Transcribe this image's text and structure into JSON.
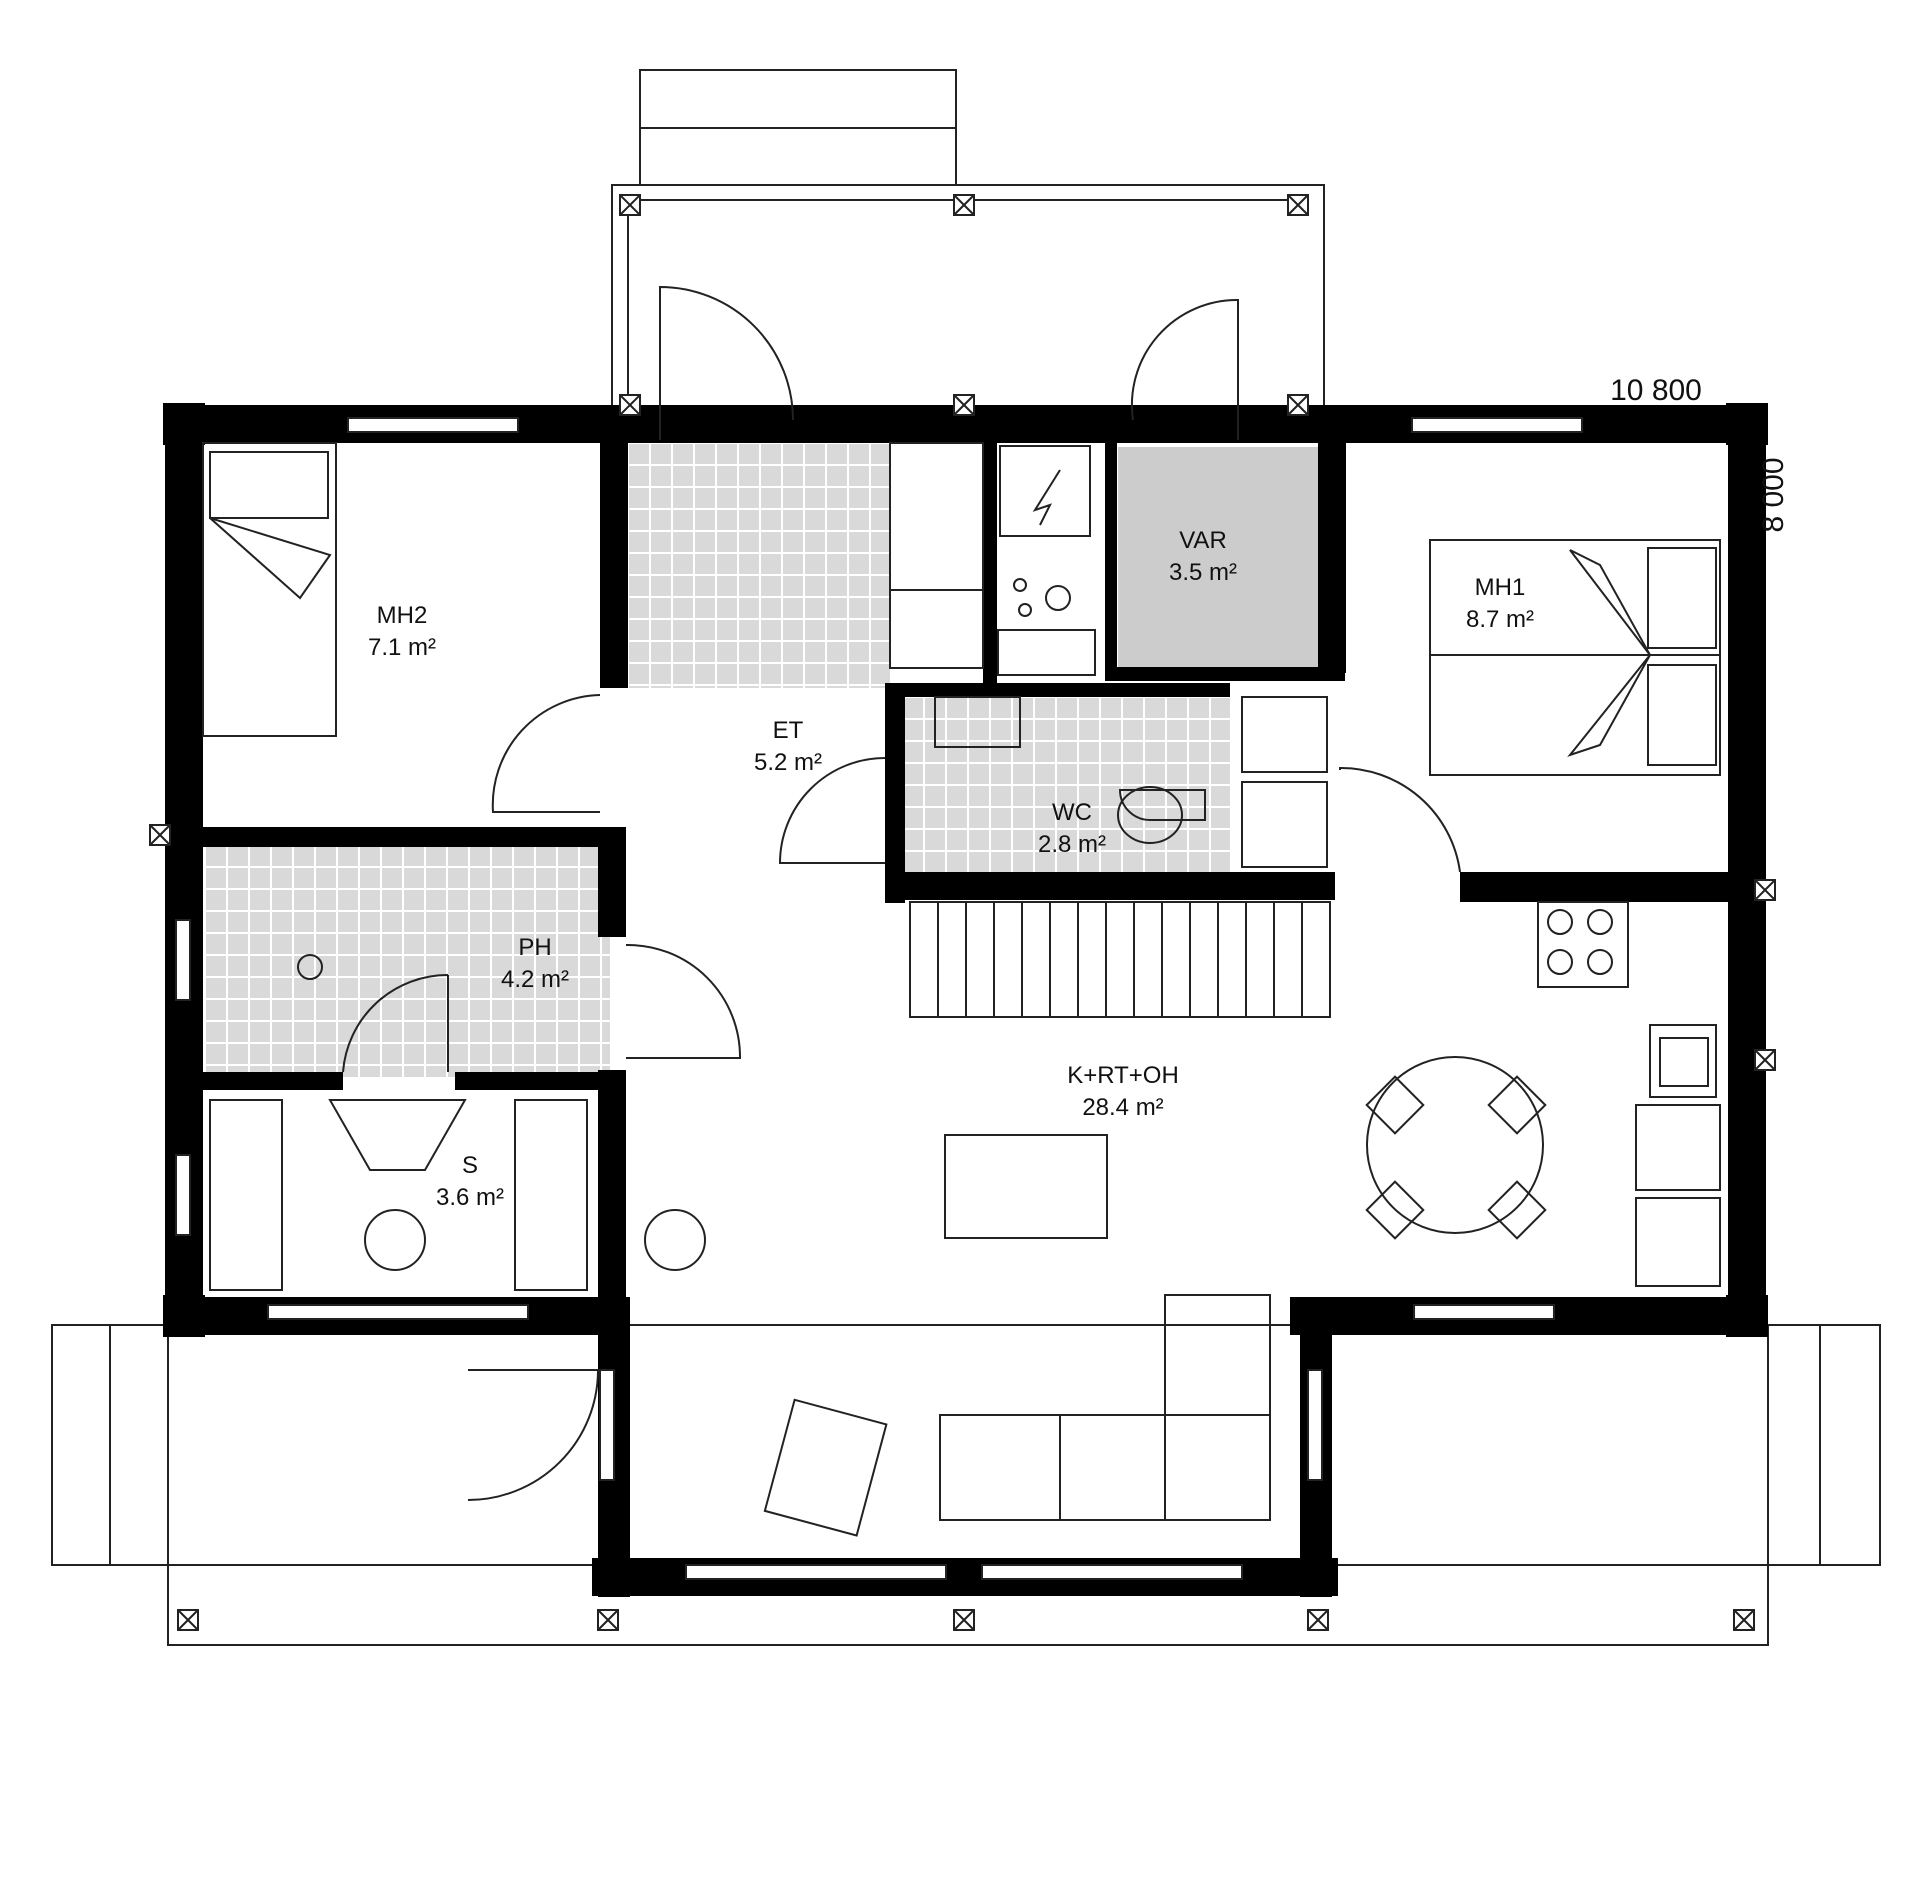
{
  "dimensions": {
    "width_label": "10 800",
    "depth_label": "8 000"
  },
  "rooms": [
    {
      "id": "mh2",
      "name": "MH2",
      "area": "7.1 m²"
    },
    {
      "id": "et",
      "name": "ET",
      "area": "5.2 m²"
    },
    {
      "id": "var",
      "name": "VAR",
      "area": "3.5 m²"
    },
    {
      "id": "mh1",
      "name": "MH1",
      "area": "8.7 m²"
    },
    {
      "id": "wc",
      "name": "WC",
      "area": "2.8 m²"
    },
    {
      "id": "ph",
      "name": "PH",
      "area": "4.2 m²"
    },
    {
      "id": "s",
      "name": "S",
      "area": "3.6 m²"
    },
    {
      "id": "krtoh",
      "name": "K+RT+OH",
      "area": "28.4 m²"
    }
  ],
  "colors": {
    "wall": "#000000",
    "wet_tile": "#d9d9d9",
    "storage_fill": "#cccccc",
    "line": "#222222"
  }
}
